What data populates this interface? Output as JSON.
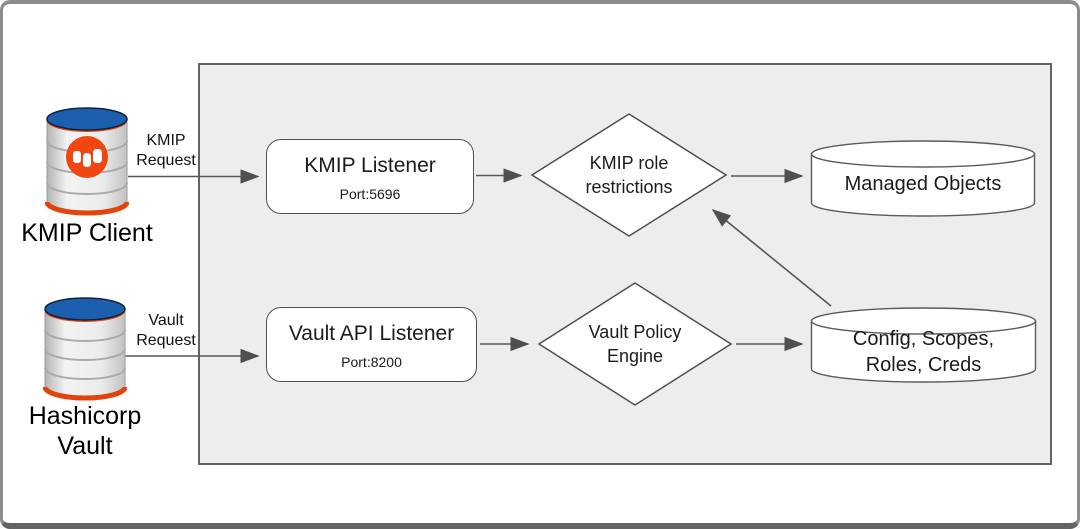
{
  "nodes": {
    "kmip_client": {
      "label": "KMIP Client"
    },
    "hashicorp_vault": {
      "label": "Hashicorp\nVault"
    },
    "kmip_listener": {
      "title": "KMIP Listener",
      "port": "Port:5696"
    },
    "vault_api_listener": {
      "title": "Vault API Listener",
      "port": "Port:8200"
    },
    "kmip_role_restrictions": {
      "label": "KMIP role\nrestrictions"
    },
    "vault_policy_engine": {
      "label": "Vault Policy\nEngine"
    },
    "managed_objects": {
      "label": "Managed Objects"
    },
    "config_store": {
      "label": "Config, Scopes,\nRoles, Creds"
    }
  },
  "edge_labels": {
    "kmip_request": "KMIP\nRequest",
    "vault_request": "Vault\nRequest"
  },
  "colors": {
    "panel_fill": "#ededed",
    "panel_border": "#636363",
    "shape_stroke": "#4f4f4f",
    "arrow": "#4f4f4f",
    "cylinder_top_blue": "#1b5fae",
    "cylinder_rim_orange": "#e2440e",
    "edb_badge_orange": "#f04611"
  }
}
